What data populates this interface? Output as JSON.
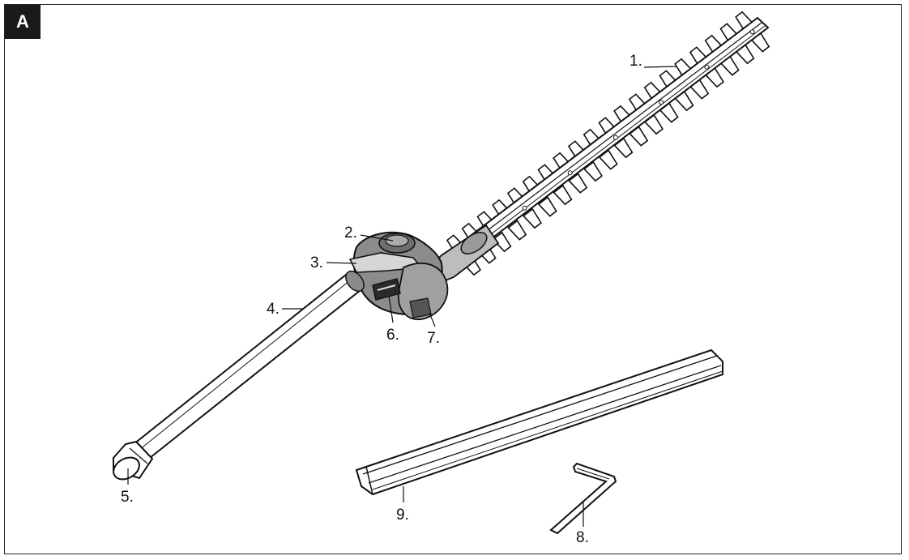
{
  "figure": {
    "badge": "A"
  },
  "labels": {
    "l1": "1.",
    "l2": "2.",
    "l3": "3.",
    "l4": "4.",
    "l5": "5.",
    "l6": "6.",
    "l7": "7.",
    "l8": "8.",
    "l9": "9."
  },
  "parts": [
    "blade-icon",
    "gear-housing-icon",
    "lever-icon",
    "shaft-icon",
    "shaft-end-icon",
    "angle-button-icon",
    "gear-cover-icon",
    "hex-key-icon",
    "blade-cover-icon"
  ]
}
